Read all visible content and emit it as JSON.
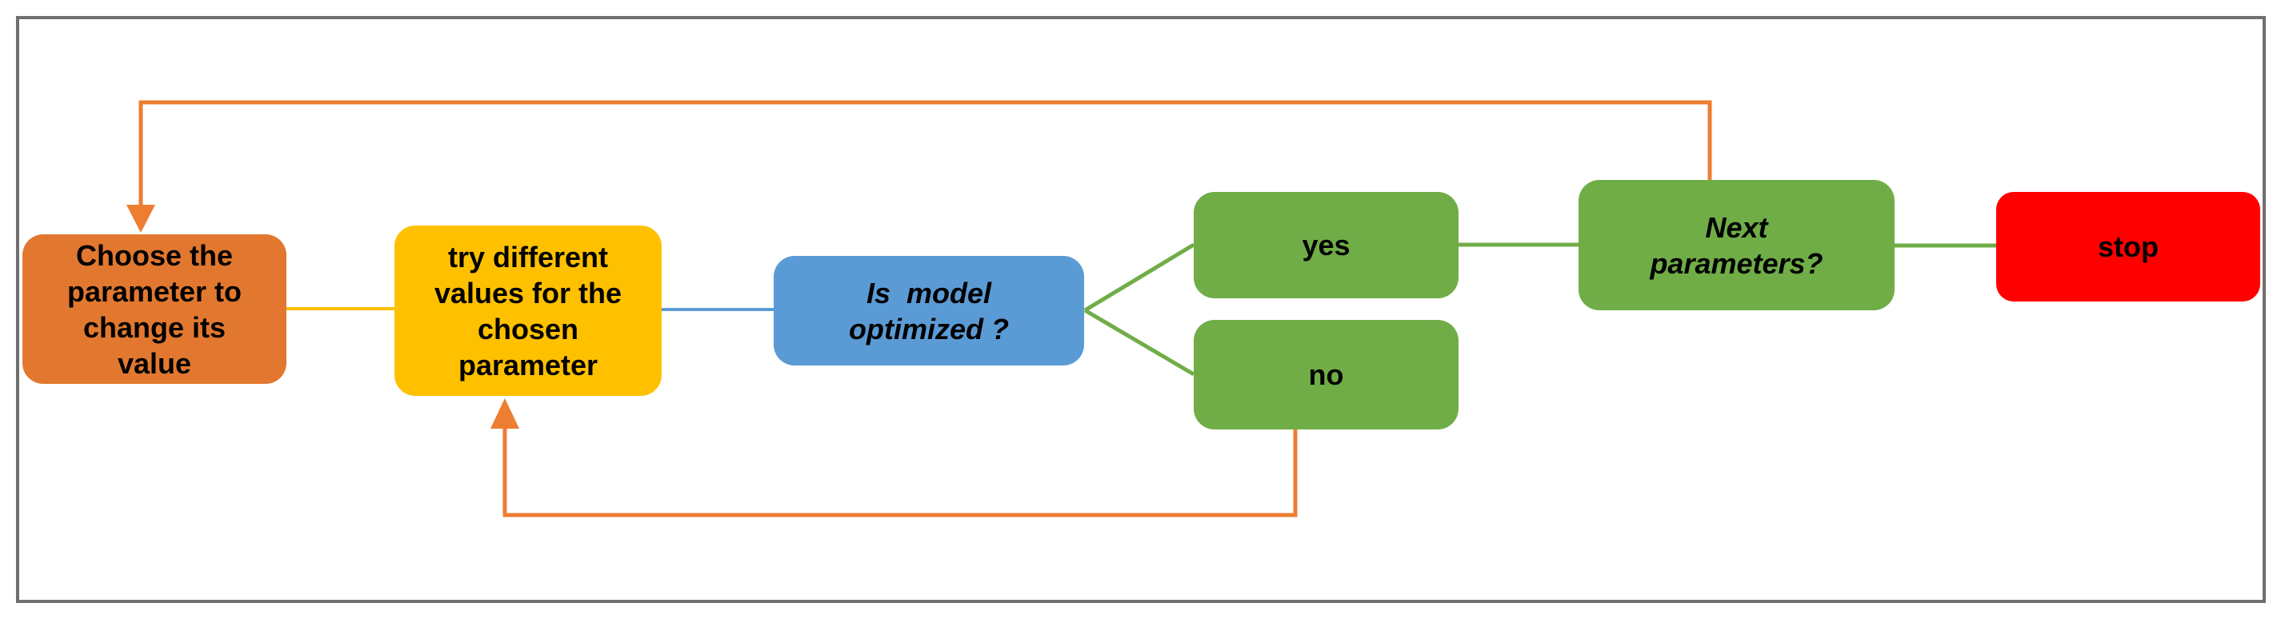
{
  "diagram": {
    "nodes": {
      "choose_parameter": {
        "label": "Choose the parameter to change its value"
      },
      "try_values": {
        "label": "try different values for the chosen parameter"
      },
      "is_optimized": {
        "label": "Is  model optimized ?"
      },
      "yes": {
        "label": "yes"
      },
      "no": {
        "label": "no"
      },
      "next_parameters": {
        "label": "Next parameters?"
      },
      "stop": {
        "label": "stop"
      }
    },
    "colors": {
      "choose_parameter_fill": "#E2782F",
      "try_values_fill": "#FFC000",
      "is_optimized_fill": "#5B9BD5",
      "decision_fill": "#70AD47",
      "stop_fill": "#FF0000",
      "loop_arrow": "#ED7D31",
      "connector_yellow": "#FFC000",
      "connector_blue": "#5B9BD5",
      "connector_green": "#70AD47",
      "frame_border": "#6F6F6F",
      "text": "#000000"
    }
  }
}
